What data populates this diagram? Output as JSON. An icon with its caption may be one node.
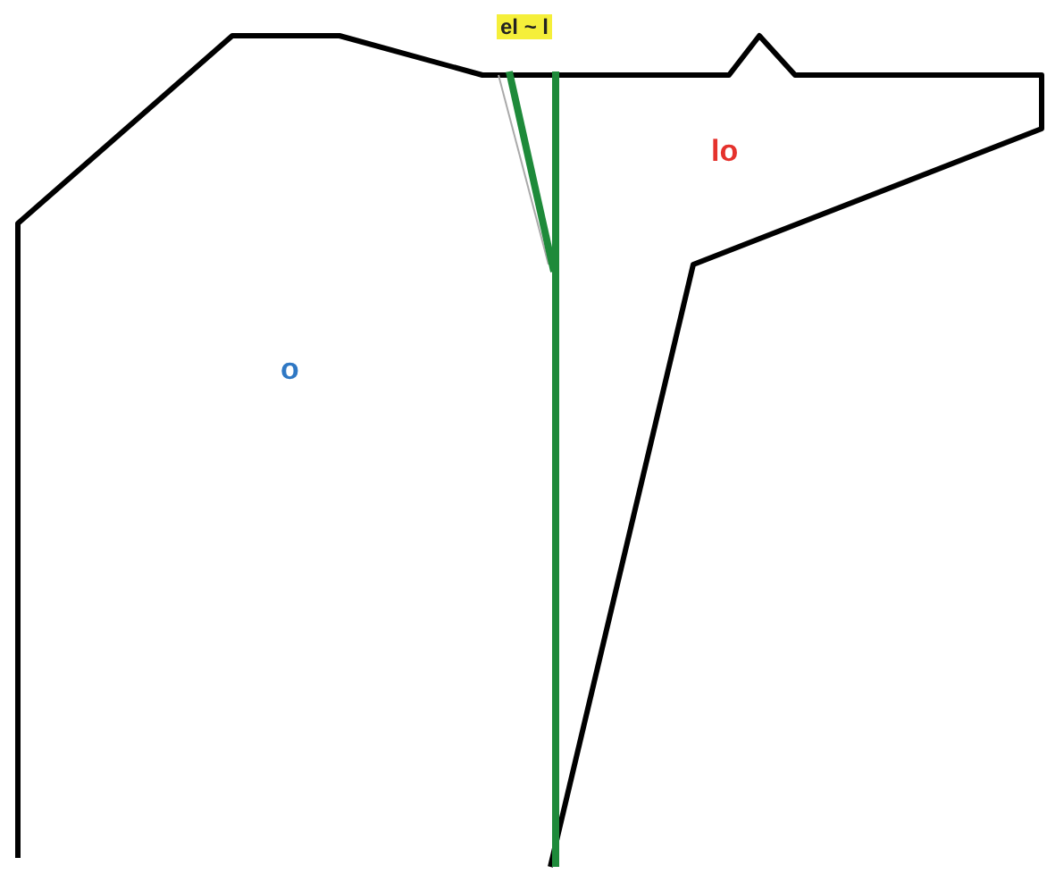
{
  "diagram": {
    "labels": [
      "el ~ l",
      "lo",
      "o"
    ]
  }
}
